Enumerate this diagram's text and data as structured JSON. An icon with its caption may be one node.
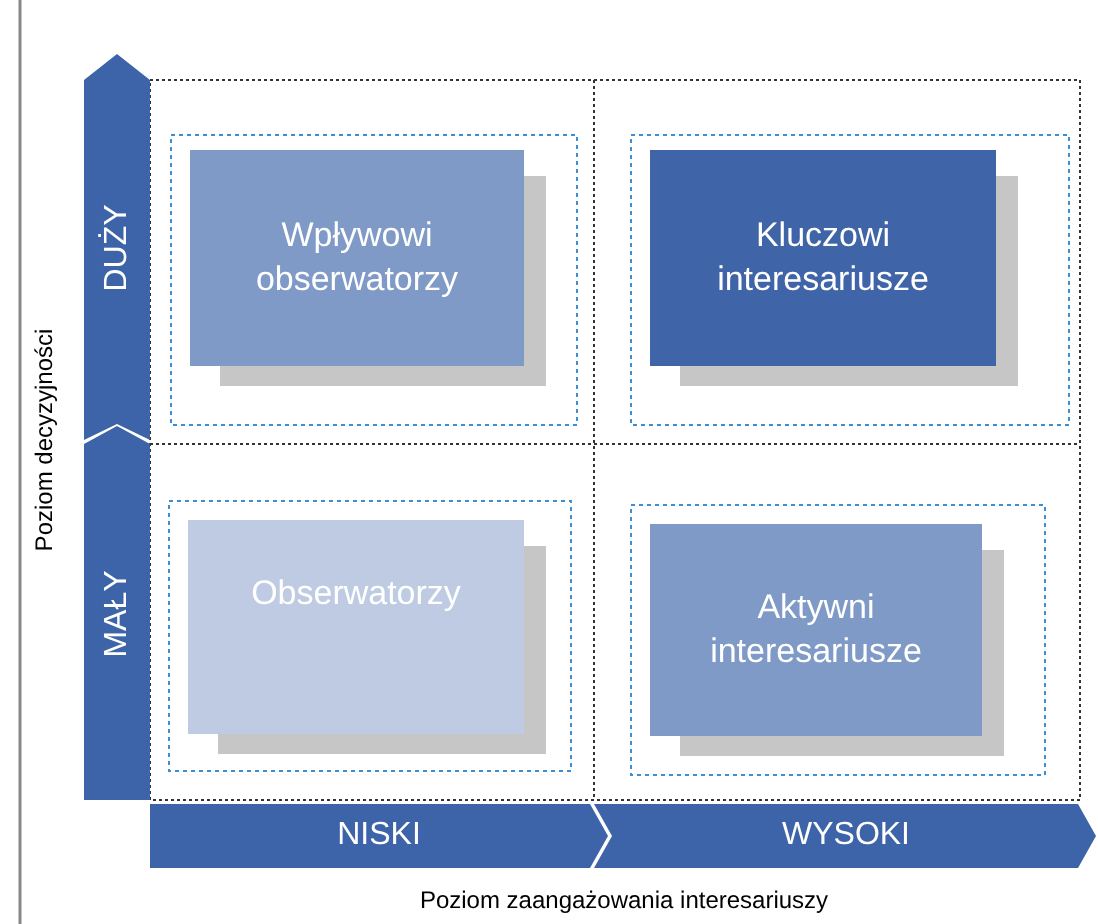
{
  "diagram": {
    "nodes": [
      {
        "text": [
          "Wpływowi obserwatorzy"
        ]
      },
      {
        "text": [
          "Kluczowi interesariusze"
        ]
      },
      {
        "text": [
          "Obserwatorzy"
        ]
      },
      {
        "text": [
          "Aktywni interesariusze"
        ]
      },
      {
        "text": [
          "DUŻY"
        ]
      },
      {
        "text": [
          "MAŁY"
        ]
      },
      {
        "text": [
          "NISKI"
        ]
      },
      {
        "text": [
          "WYSOKI"
        ]
      }
    ],
    "labels": [
      "Poziom decyzyjności",
      "Poziom zaangażowania interesariuszy"
    ]
  }
}
